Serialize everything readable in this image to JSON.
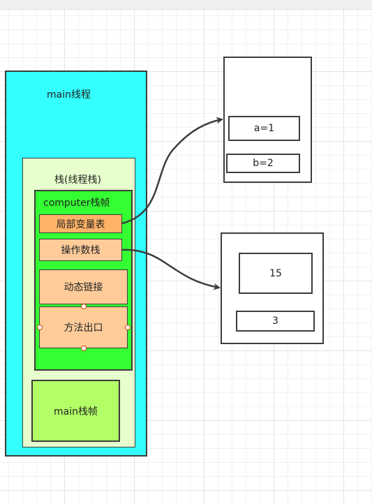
{
  "thread": {
    "label": "main线程"
  },
  "stack": {
    "label": "栈(线程栈)"
  },
  "computer_frame": {
    "label": "computer栈帧",
    "items": [
      "局部变量表",
      "操作数栈",
      "动态链接",
      "方法出口"
    ]
  },
  "main_frame": {
    "label": "main栈帧"
  },
  "heap_object_1": {
    "fields": [
      "a=1",
      "b=2"
    ]
  },
  "heap_object_2": {
    "values": [
      "15",
      "3"
    ]
  },
  "colors": {
    "thread": "#33ffff",
    "stack": "#e6ffcc",
    "computer_frame": "#33ff33",
    "local_vars": "#ffb366",
    "frame_item": "#ffcc99",
    "main_frame": "#b3ff66",
    "border": "#3c3c3c"
  }
}
